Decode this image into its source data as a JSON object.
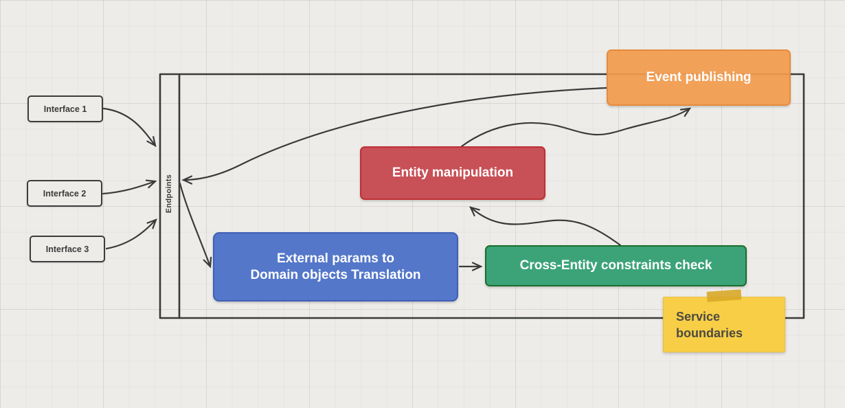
{
  "colors": {
    "canvas_bg": "#edece9",
    "line": "#3a3a3a",
    "white_text": "#ffffff",
    "dark_text": "#3b3b3b",
    "note_text": "#4c4a42"
  },
  "diagram": {
    "interfaces": [
      {
        "id": "interface-1",
        "label": "Interface 1"
      },
      {
        "id": "interface-2",
        "label": "Interface 2"
      },
      {
        "id": "interface-3",
        "label": "Interface 3"
      }
    ],
    "container": {
      "lane_label": "Endpoints"
    },
    "nodes": [
      {
        "id": "event-publishing",
        "label": "Event publishing",
        "fill": "rgba(242, 155, 77, 0.93)",
        "stroke": "#e68c3c"
      },
      {
        "id": "entity-manipulation",
        "label": "Entity manipulation",
        "fill": "#c85057",
        "stroke": "#be3034"
      },
      {
        "id": "params-translation",
        "label": "External params to\nDomain objects Translation",
        "fill": "#5477c9",
        "stroke": "#3f5fb5"
      },
      {
        "id": "constraints-check",
        "label": "Cross-Entity constraints check",
        "fill": "#3ca379",
        "stroke": "#1b6e2a"
      }
    ],
    "note": {
      "id": "service-boundaries",
      "label": "Service\nboundaries",
      "fill": "#f7ce46",
      "stroke": "#ecbe3e"
    },
    "edges": [
      {
        "from": "interface-1",
        "to": "endpoints"
      },
      {
        "from": "interface-2",
        "to": "endpoints"
      },
      {
        "from": "interface-3",
        "to": "endpoints"
      },
      {
        "from": "event-publishing",
        "to": "endpoints"
      },
      {
        "from": "endpoints",
        "to": "params-translation"
      },
      {
        "from": "params-translation",
        "to": "constraints-check"
      },
      {
        "from": "constraints-check",
        "to": "entity-manipulation"
      },
      {
        "from": "entity-manipulation",
        "to": "event-publishing"
      }
    ]
  }
}
